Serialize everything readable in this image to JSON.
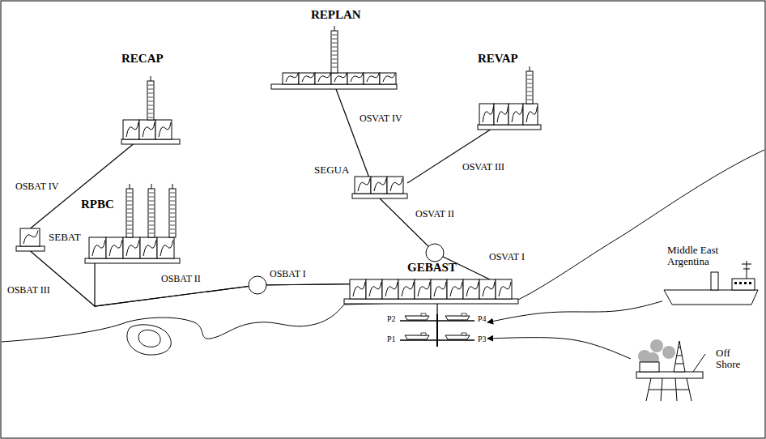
{
  "diagram": {
    "nodes": [
      {
        "text": [
          "REPLAN"
        ]
      },
      {
        "text": [
          "REVAP"
        ]
      },
      {
        "text": [
          "RECAP"
        ]
      },
      {
        "text": [
          "SEGUA"
        ]
      },
      {
        "text": [
          "SEBAT"
        ]
      },
      {
        "text": [
          "RPBC"
        ]
      },
      {
        "text": [
          "GEBAST"
        ]
      },
      {
        "text": [
          "P2",
          "P4",
          "P1",
          "P3"
        ]
      },
      {
        "text": [
          "Middle East Argentina"
        ]
      },
      {
        "text": [
          "Off Shore"
        ]
      }
    ],
    "edges": [
      {
        "from": 6,
        "to": 3,
        "label": "OSVAT I",
        "arrow": "none"
      },
      {
        "from": 3,
        "to": 0,
        "label": "OSVAT IV",
        "arrow": "none"
      },
      {
        "from": 3,
        "to": 1,
        "label": "OSVAT III",
        "arrow": "none"
      },
      {
        "from": 6,
        "to": 5,
        "label": "OSBAT I",
        "arrow": "none"
      },
      {
        "from": 6,
        "to": 4,
        "label": "OSBAT III",
        "arrow": "none"
      },
      {
        "from": 4,
        "to": 2,
        "label": "OSBAT IV",
        "arrow": "none"
      },
      {
        "from": 8,
        "to": 7,
        "arrow": "to"
      },
      {
        "from": 9,
        "to": 7,
        "arrow": "to"
      },
      {
        "from": 6,
        "to": 7,
        "arrow": "none"
      }
    ],
    "labels": [
      "OSVAT II",
      "OSBAT II"
    ]
  }
}
